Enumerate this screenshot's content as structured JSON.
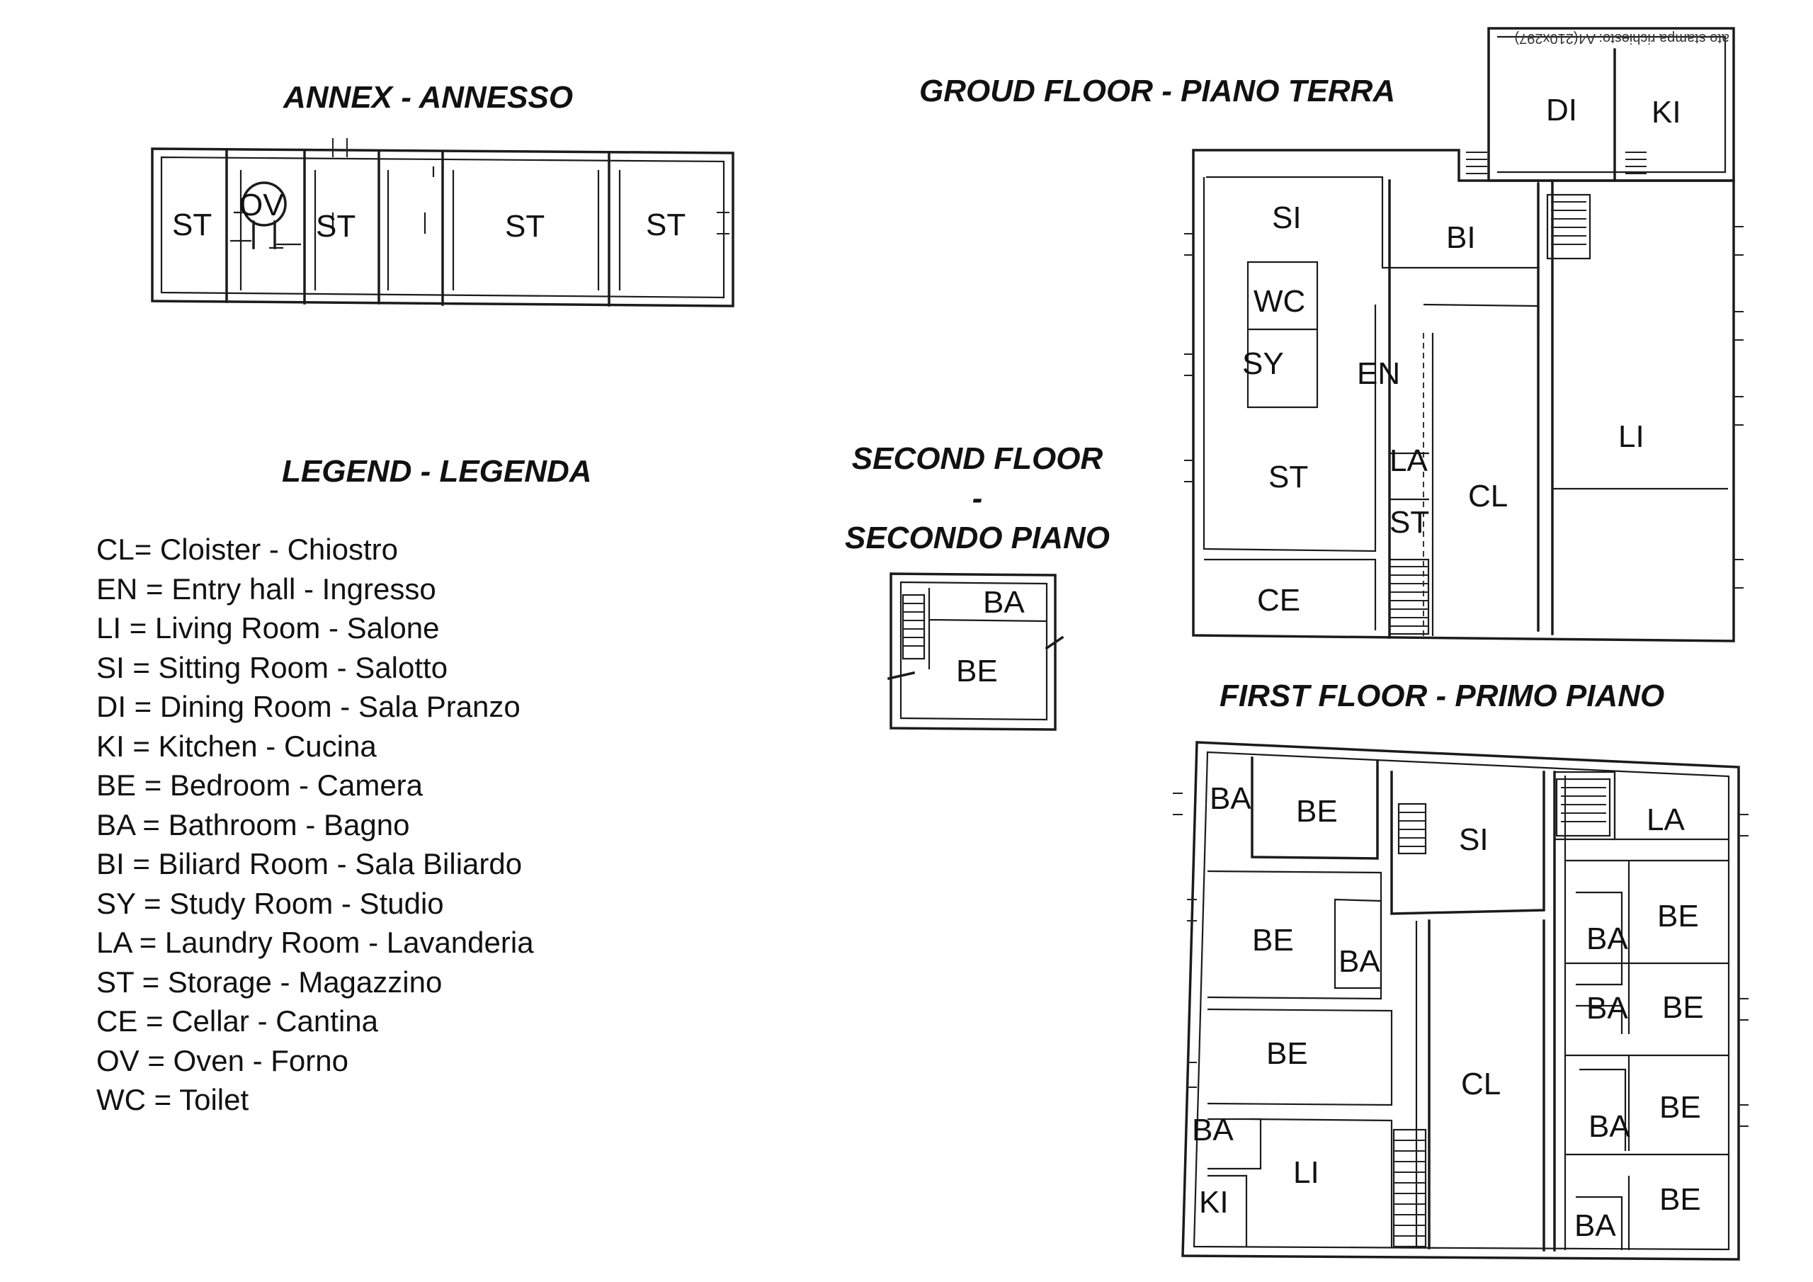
{
  "titles": {
    "annex": "ANNEX - ANNESSO",
    "ground": "GROUD FLOOR - PIANO TERRA",
    "legend": "LEGEND - LEGENDA",
    "second_line1": "SECOND FLOOR",
    "second_line2": "-",
    "second_line3": "SECONDO PIANO",
    "first": "FIRST FLOOR - PRIMO PIANO"
  },
  "legend": [
    "CL= Cloister - Chiostro",
    "EN = Entry hall - Ingresso",
    "LI = Living Room - Salone",
    "SI = Sitting Room - Salotto",
    "DI = Dining Room - Sala Pranzo",
    "KI = Kitchen - Cucina",
    "BE = Bedroom - Camera",
    "BA = Bathroom - Bagno",
    "BI = Biliard Room - Sala Biliardo",
    "SY = Study Room - Studio",
    "LA = Laundry Room - Lavanderia",
    "ST = Storage - Magazzino",
    "CE = Cellar - Cantina",
    "OV = Oven - Forno",
    "WC = Toilet"
  ],
  "annex_rooms": [
    "ST",
    "OV",
    "ST",
    "ST",
    "ST"
  ],
  "ground_rooms": [
    "DI",
    "KI",
    "SI",
    "BI",
    "WC",
    "SY",
    "EN",
    "LI",
    "LA",
    "ST",
    "CL",
    "ST",
    "CE"
  ],
  "second_rooms": [
    "BA",
    "BE"
  ],
  "first_rooms": [
    "BA",
    "BE",
    "SI",
    "LA",
    "BE",
    "BA",
    "BA",
    "BE",
    "BA",
    "BE",
    "BE",
    "CL",
    "BA",
    "BE",
    "BA",
    "LI",
    "KI",
    "BE",
    "BA"
  ],
  "stamp_text": "ato stampa richiesto: A4(210x297)"
}
